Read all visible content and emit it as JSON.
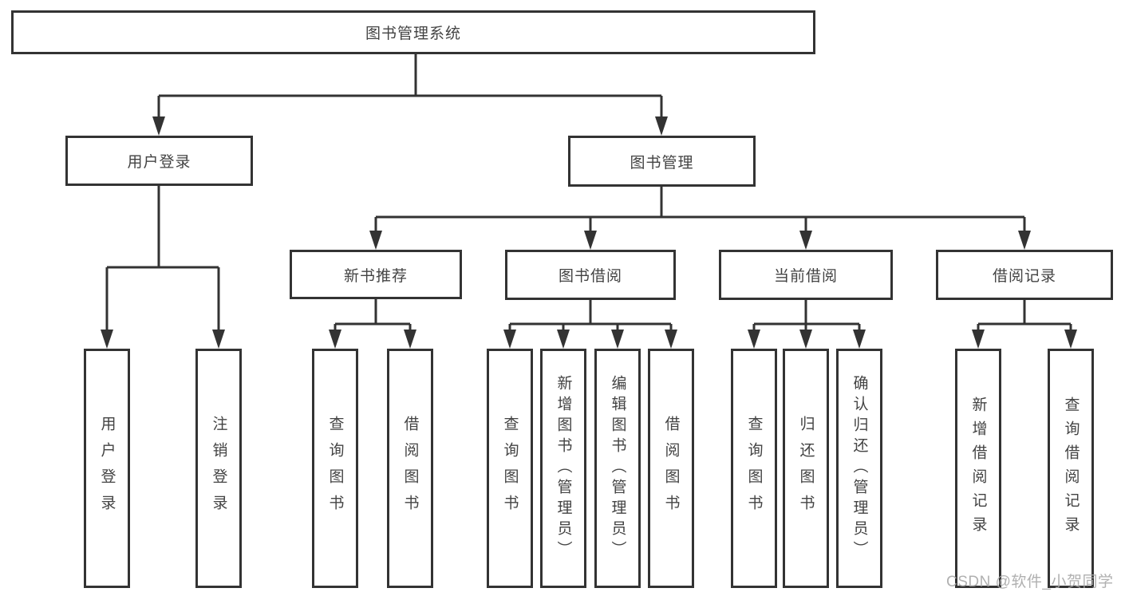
{
  "diagram": {
    "root": {
      "label": "图书管理系统"
    },
    "level2": [
      {
        "label": "用户登录"
      },
      {
        "label": "图书管理"
      }
    ],
    "level3": [
      {
        "label": "新书推荐"
      },
      {
        "label": "图书借阅"
      },
      {
        "label": "当前借阅"
      },
      {
        "label": "借阅记录"
      }
    ],
    "leaves": [
      {
        "label": "用户登录"
      },
      {
        "label": "注销登录"
      },
      {
        "label": "查询图书"
      },
      {
        "label": "借阅图书"
      },
      {
        "label": "查询图书"
      },
      {
        "label": "新增图书（管理员）"
      },
      {
        "label": "编辑图书（管理员）"
      },
      {
        "label": "借阅图书"
      },
      {
        "label": "查询图书"
      },
      {
        "label": "归还图书"
      },
      {
        "label": "确认归还（管理员）"
      },
      {
        "label": "新增借阅记录"
      },
      {
        "label": "查询借阅记录"
      }
    ],
    "watermark": "CSDN @软件_小贺同学",
    "colors": {
      "line": "#333333",
      "box_border": "#333333",
      "text": "#434343",
      "watermark": "#a7a7a7",
      "background": "#ffffff"
    }
  }
}
